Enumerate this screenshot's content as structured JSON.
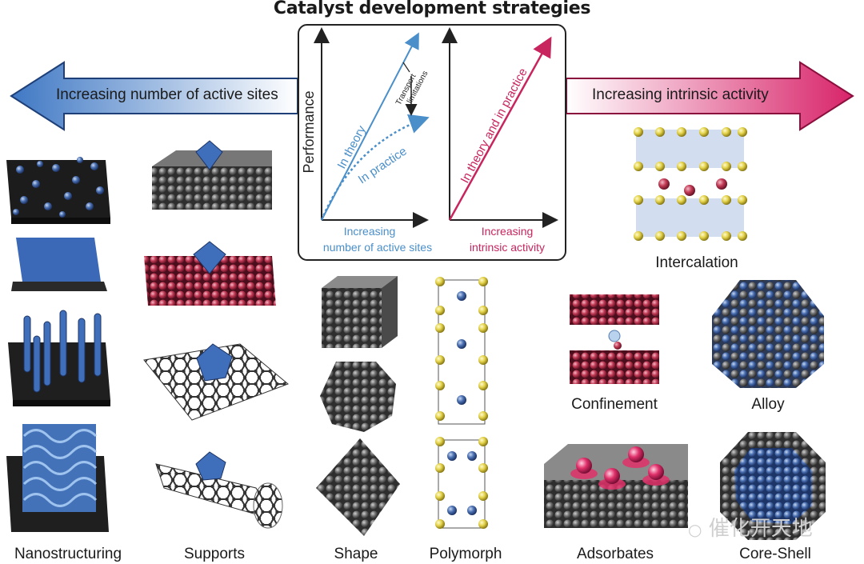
{
  "title": "Catalyst development strategies",
  "left_arrow": {
    "label": "Increasing number of active sites",
    "color": "#3f78c4"
  },
  "right_arrow": {
    "label": "Increasing intrinsic activity",
    "color": "#d8246a"
  },
  "left_plot": {
    "ylabel": "Performance",
    "xlabel_line1": "Increasing",
    "xlabel_line2": "number of active sites",
    "theory_label": "In theory",
    "practice_label": "In practice",
    "transport_line1": "Transport",
    "transport_line2": "limitations",
    "color": "#4a8fc9"
  },
  "right_plot": {
    "xlabel_line1": "Increasing",
    "xlabel_line2": "intrinsic activity",
    "line_label": "In theory and in practice",
    "color": "#c8245e"
  },
  "captions": {
    "nanostructuring": "Nanostructuring",
    "supports": "Supports",
    "shape": "Shape",
    "polymorph": "Polymorph",
    "adsorbates": "Adsorbates",
    "core_shell": "Core-Shell",
    "intercalation": "Intercalation",
    "confinement": "Confinement",
    "alloy": "Alloy"
  },
  "watermark": "催化开天地"
}
